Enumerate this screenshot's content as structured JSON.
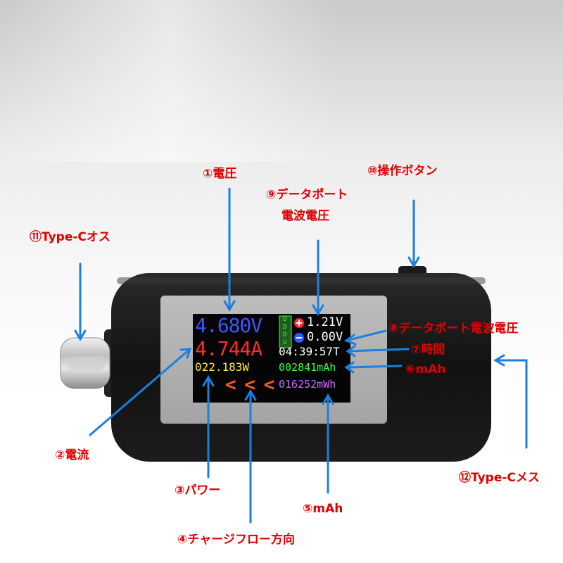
{
  "labels": {
    "voltage": "①電圧",
    "current": "②電流",
    "power": "③パワー",
    "charge_flow": "④チャージフロー方向",
    "mah_5": "⑤mAh",
    "mah_6": "⑥mAh",
    "time": "⑦時間",
    "data_port_wave_right": "⑧データポート電波電圧",
    "data_port_line1": "⑨データポート",
    "data_port_line2": "電波電圧",
    "button": "⑩操作ボタン",
    "type_c_male": "⑪Type-Cオス",
    "type_c_female": "⑫Type-Cメス"
  },
  "display": {
    "voltage": "4.680V",
    "current": "4.744A",
    "power": "022.183W",
    "dplus": "1.21V",
    "dminus": "0.00V",
    "time": "04:39:57T",
    "capacity_mah": "002841mAh",
    "energy_mwh": "016252mWh",
    "flow_arrows": "< < <",
    "port_letters": [
      "U",
      "D",
      "D",
      "U"
    ]
  },
  "colors": {
    "label_red": "#e00000",
    "arrow_blue": "#1a7fe0",
    "voltage_blue": "#3a56ff",
    "current_red": "#ff2a2a",
    "power_yellow": "#ffe840",
    "white": "#ffffff",
    "mah_green": "#3cff3c",
    "mwh_purple": "#c86cff",
    "flow_orange": "#ff5a1a",
    "body_black": "#141414"
  },
  "icons": [
    "plus-circle-icon",
    "minus-circle-icon",
    "port-indicator-icon",
    "flow-arrow-icon"
  ]
}
